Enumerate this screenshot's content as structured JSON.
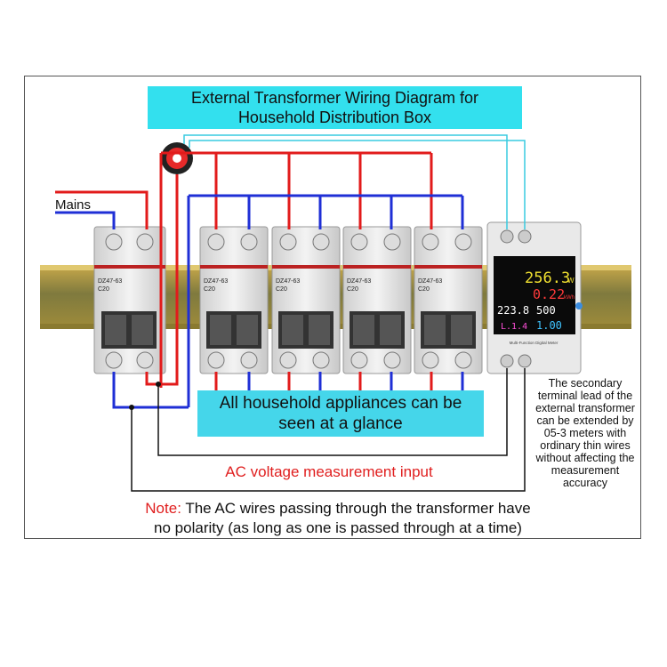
{
  "title": {
    "line1": "External Transformer Wiring Diagram for",
    "line2": "Household Distribution Box"
  },
  "mains_label": "Mains",
  "breakers": {
    "model": "DZ47-63",
    "rating": "C20",
    "count": 5
  },
  "meter": {
    "power": "256.3",
    "power_unit": "W",
    "energy": "0.22",
    "energy_unit": "kWh",
    "voltage": "223.8",
    "current": "500",
    "frequency": "L.1.4",
    "pf": "1.00",
    "footer": "Multi-Function Digital Meter"
  },
  "appliances_box": {
    "line1": "All household appliances can be",
    "line2": "seen at a glance"
  },
  "ac_input_label": "AC voltage measurement input",
  "side_note": [
    "The secondary",
    "terminal lead of the",
    "external transformer",
    "can be extended by",
    "05-3 meters with",
    "ordinary thin wires",
    "without affecting the",
    "measurement",
    "accuracy"
  ],
  "note": {
    "prefix": "Note:",
    "line1": " The AC wires passing through the transformer have",
    "line2": "no polarity (as long as one is passed through at a time)"
  },
  "colors": {
    "title_box": "#33e0ee",
    "appliance_box": "#45d6ea",
    "wire_red": "#e21b1b",
    "wire_blue": "#1f2fd6",
    "wire_cyan": "#38cbe0",
    "note_red": "#e01e1e"
  }
}
